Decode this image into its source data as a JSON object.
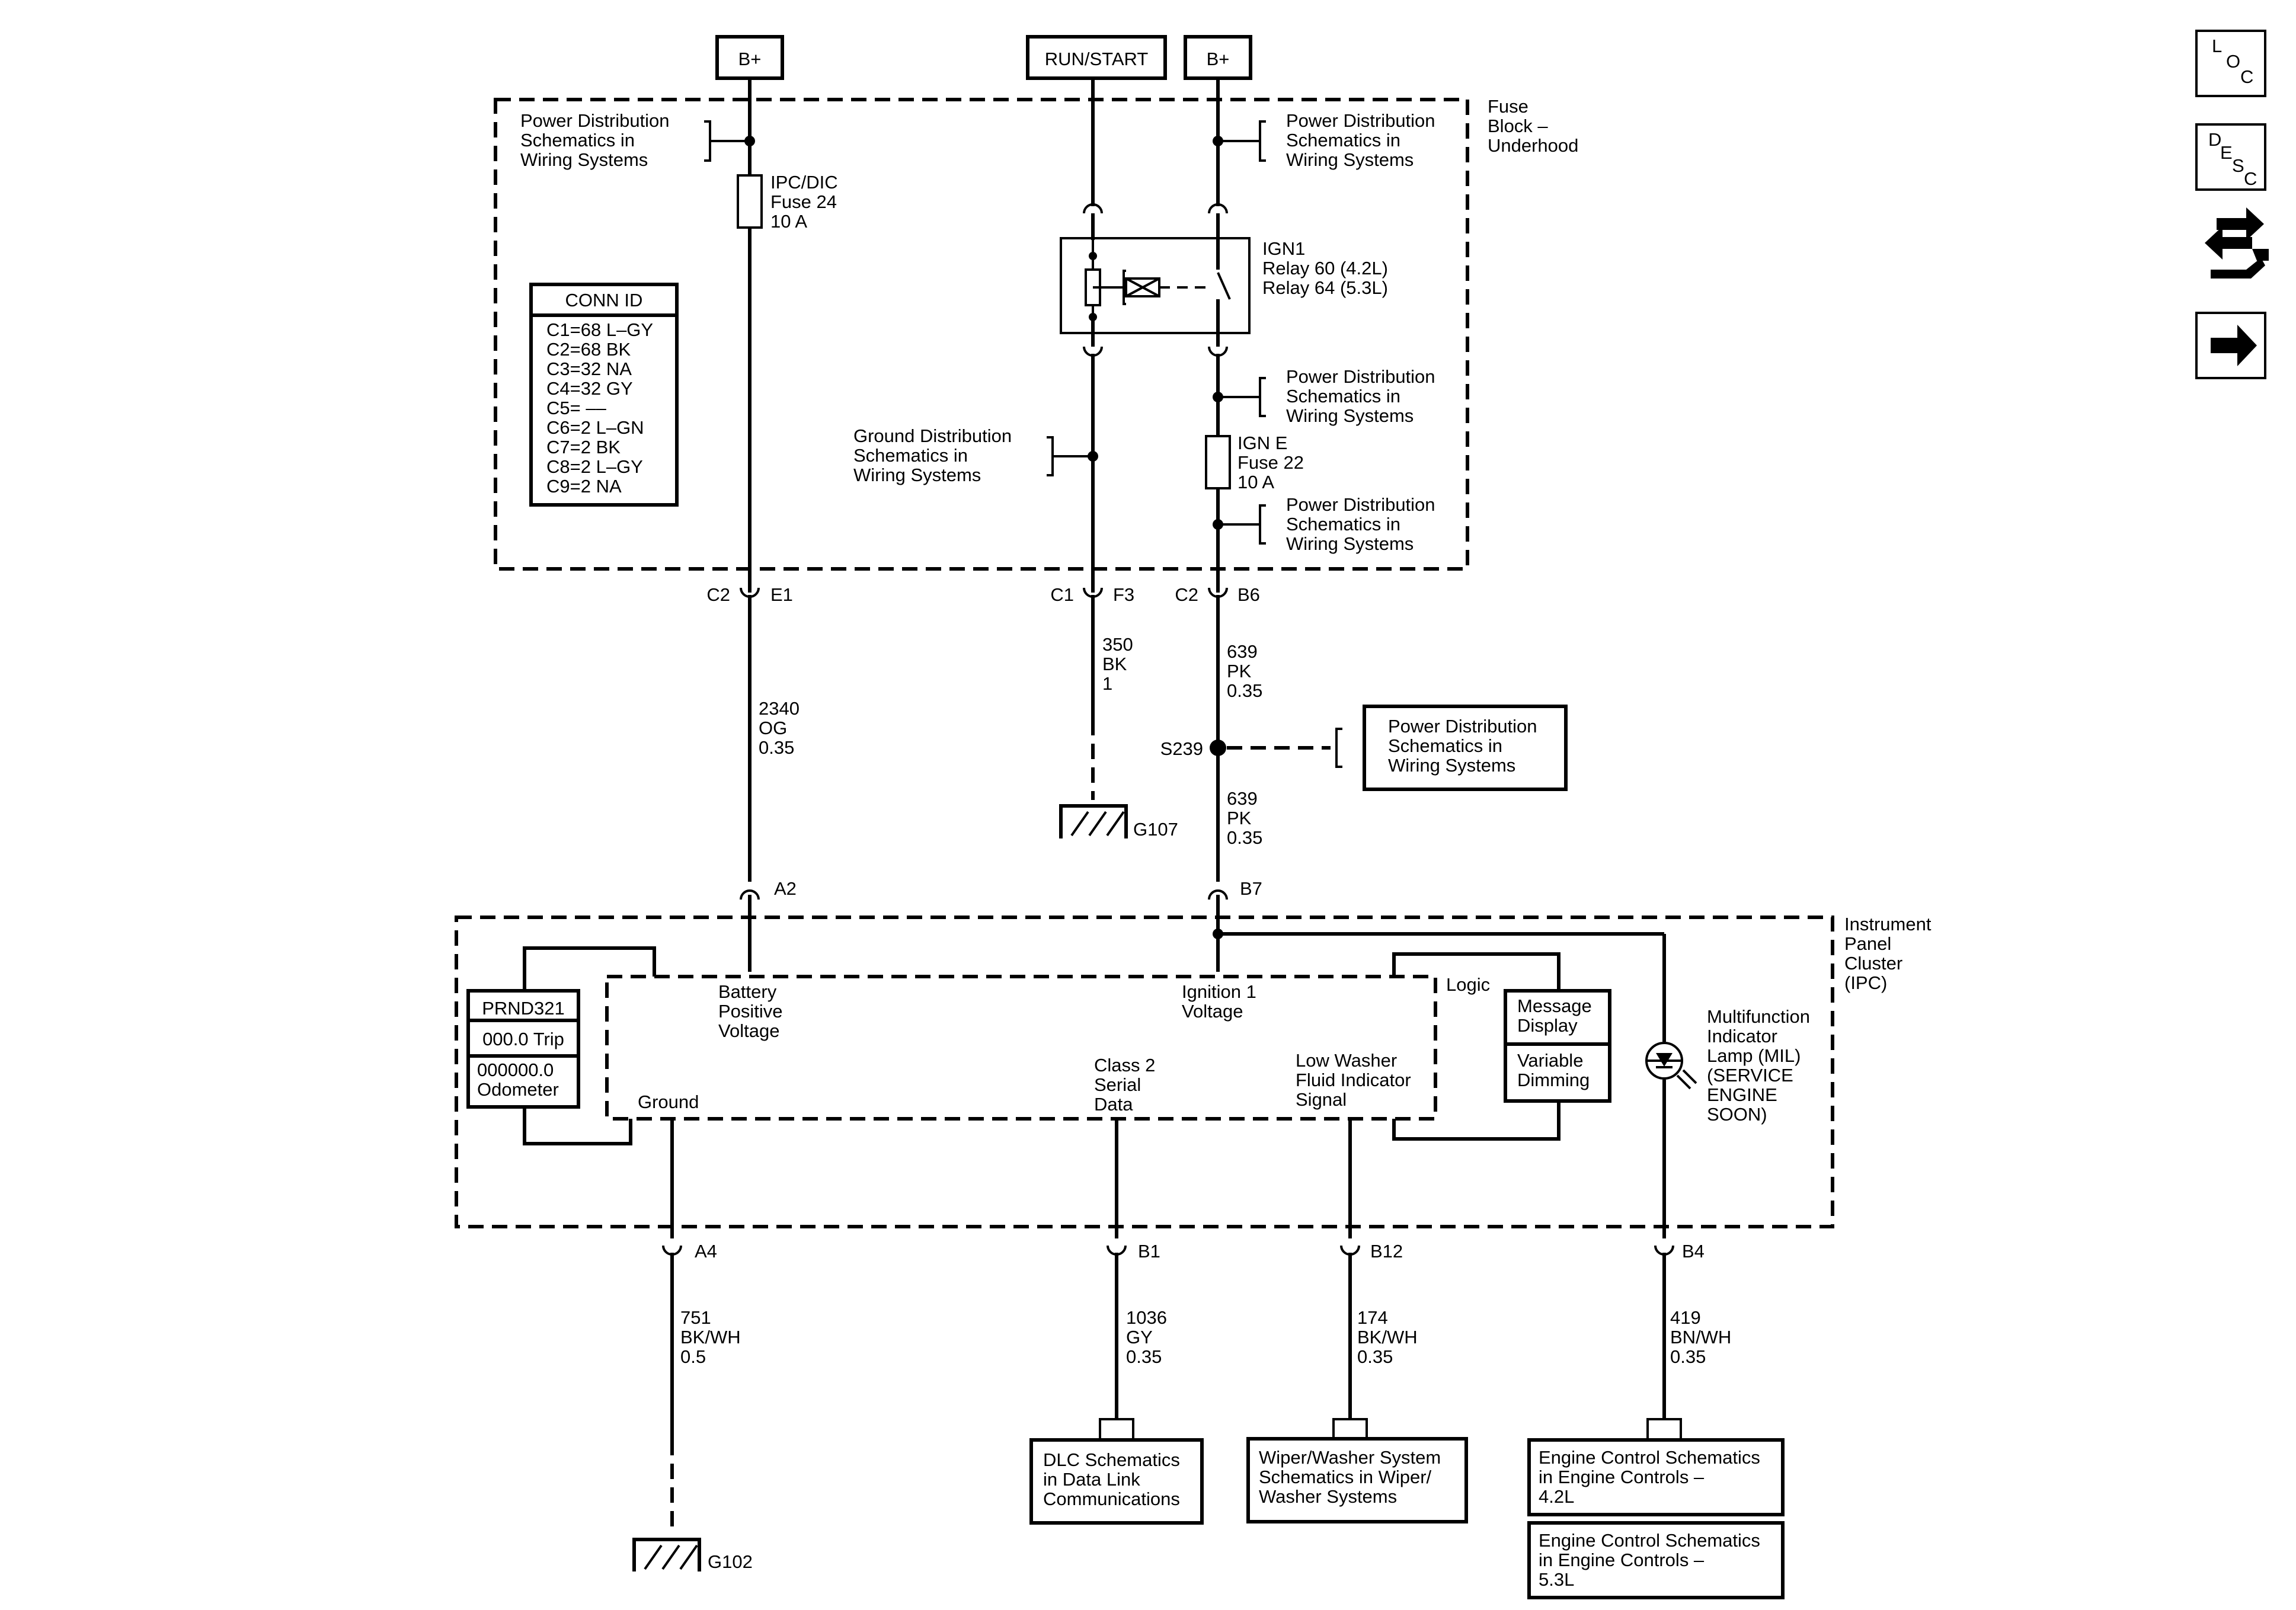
{
  "power": {
    "bplus_left": "B+",
    "run_start": "RUN/START",
    "bplus_right": "B+"
  },
  "fuse_block": {
    "title": [
      "Fuse",
      "Block –",
      "Underhood"
    ],
    "pd_ref": [
      "Power Distribution",
      "Schematics in",
      "Wiring Systems"
    ],
    "gd_ref": [
      "Ground Distribution",
      "Schematics in",
      "Wiring Systems"
    ],
    "ipc_fuse": [
      "IPC/DIC",
      "Fuse 24",
      "10 A"
    ],
    "ign_fuse": [
      "IGN E",
      "Fuse 22",
      "10 A"
    ],
    "relay": [
      "IGN1",
      "Relay 60 (4.2L)",
      "Relay 64 (5.3L)"
    ]
  },
  "conn_id": {
    "title": "CONN ID",
    "rows": [
      "C1=68 L–GY",
      "C2=68 BK",
      "C3=32 NA",
      "C4=32 GY",
      "C5= ––",
      "C6=2 L–GN",
      "C7=2 BK",
      "C8=2 L–GY",
      "C9=2 NA"
    ]
  },
  "connectors": {
    "c2": "C2",
    "e1": "E1",
    "c1": "C1",
    "f3": "F3",
    "c2b": "C2",
    "b6": "B6",
    "a2": "A2",
    "b7": "B7",
    "a4": "A4",
    "b1": "B1",
    "b12": "B12",
    "b4": "B4"
  },
  "wires": {
    "w2340": [
      "2340",
      "OG",
      "0.35"
    ],
    "w350": [
      "350",
      "BK",
      "1"
    ],
    "w639a": [
      "639",
      "PK",
      "0.35"
    ],
    "w639b": [
      "639",
      "PK",
      "0.35"
    ],
    "w751": [
      "751",
      "BK/WH",
      "0.5"
    ],
    "w1036": [
      "1036",
      "GY",
      "0.35"
    ],
    "w174": [
      "174",
      "BK/WH",
      "0.35"
    ],
    "w419": [
      "419",
      "BN/WH",
      "0.35"
    ]
  },
  "splice": "S239",
  "splice_ref": [
    "Power Distribution",
    "Schematics in",
    "Wiring Systems"
  ],
  "grounds": {
    "g107": "G107",
    "g102": "G102"
  },
  "ipc": {
    "title": [
      "Instrument",
      "Panel",
      "Cluster",
      "(IPC)"
    ],
    "logic": "Logic",
    "battery": [
      "Battery",
      "Positive",
      "Voltage"
    ],
    "ignition": [
      "Ignition 1",
      "Voltage"
    ],
    "class2": [
      "Class 2",
      "Serial",
      "Data"
    ],
    "low_washer": [
      "Low Washer",
      "Fluid Indicator",
      "Signal"
    ],
    "ground": "Ground",
    "prnd": "PRND321",
    "trip": "000.0 Trip",
    "odometer": [
      "000000.0",
      "Odometer"
    ],
    "message": [
      "Message",
      "Display"
    ],
    "dimming": [
      "Variable",
      "Dimming"
    ],
    "mil": [
      "Multifunction",
      "Indicator",
      "Lamp (MIL)",
      "(SERVICE",
      "ENGINE",
      "SOON)"
    ]
  },
  "refs": {
    "dlc": [
      "DLC Schematics",
      "in Data Link",
      "Communications"
    ],
    "wiper": [
      "Wiper/Washer System",
      "Schematics in Wiper/",
      "Washer Systems"
    ],
    "ecm42": [
      "Engine Control Schematics",
      "in Engine Controls –",
      "4.2L"
    ],
    "ecm53": [
      "Engine Control Schematics",
      "in Engine Controls –",
      "5.3L"
    ]
  },
  "nav": {
    "loc": [
      "L",
      "O",
      "C"
    ],
    "desc": [
      "D",
      "E",
      "S",
      "C"
    ],
    "icons": [
      "connector-swap-icon",
      "next-arrow-icon"
    ]
  }
}
